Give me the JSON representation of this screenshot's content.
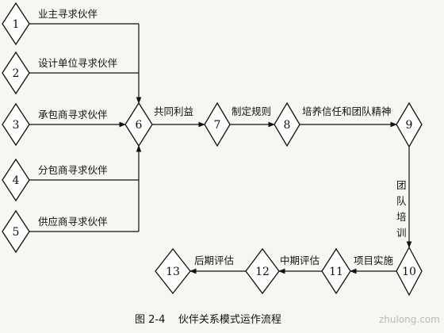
{
  "nodes": [
    "1",
    "2",
    "3",
    "4",
    "5",
    "6",
    "7",
    "8",
    "9",
    "10",
    "11",
    "12",
    "13"
  ],
  "left_labels": [
    "业主寻求伙伴",
    "设计单位寻求伙伴",
    "承包商寻求伙伴",
    "分包商寻求伙伴",
    "供应商寻求伙伴"
  ],
  "main_labels": {
    "six_seven": "共同利益",
    "seven_eight": "制定规则",
    "eight_nine": "培养信任和团队精神",
    "nine_ten": [
      "团",
      "队",
      "培",
      "训"
    ],
    "ten_eleven": "项目实施",
    "eleven_twelve": "中期评估",
    "twelve_thirteen": "后期评估"
  },
  "caption": "图 2-4    伙伴关系模式运作流程",
  "watermark": "zhulong.com"
}
